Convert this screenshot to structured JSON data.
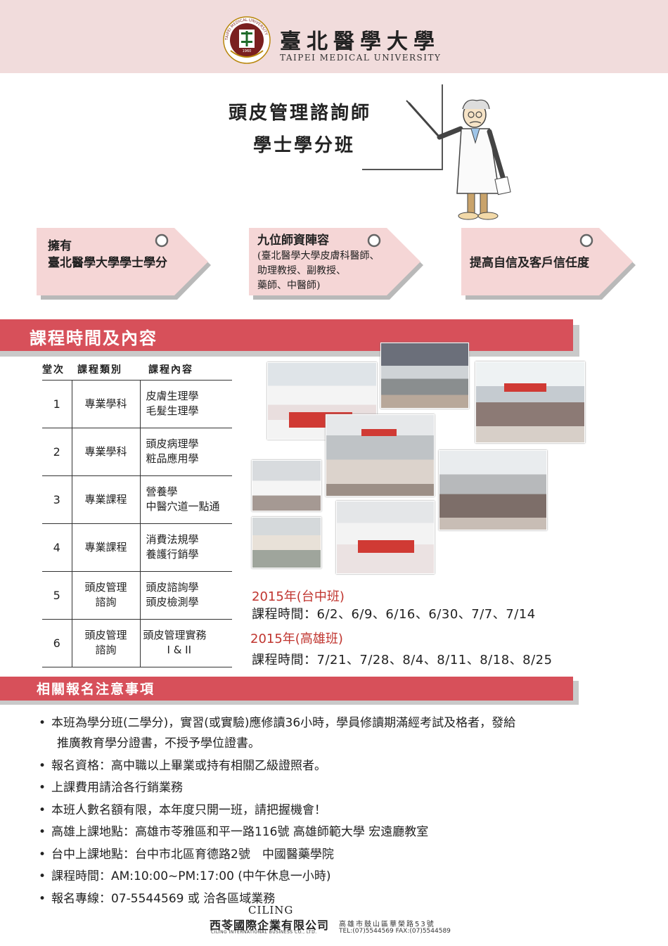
{
  "header": {
    "seal_ring_text": "TAIPEI MEDICAL UNIVERSITY",
    "seal_year": "1960",
    "university_zh": "臺北醫學大學",
    "university_en": "TAIPEI MEDICAL UNIVERSITY"
  },
  "program": {
    "title_line1": "頭皮管理諮詢師",
    "title_line2": "學士學分班"
  },
  "highlights": [
    {
      "lines": [
        "擁有",
        "臺北醫學大學學士學分"
      ]
    },
    {
      "title": "九位師資陣容",
      "lines": [
        "(臺北醫學大學皮膚科醫師、",
        "助理教授、副教授、",
        "藥師、中醫師)"
      ]
    },
    {
      "lines": [
        "提高自信及客戶信任度"
      ]
    }
  ],
  "section_course": {
    "heading": "課程時間及內容",
    "columns": [
      "堂次",
      "課程類別",
      "課程內容"
    ],
    "rows": [
      {
        "no": "1",
        "category": [
          "專業學科"
        ],
        "content": [
          "皮膚生理學",
          "毛髮生理學"
        ]
      },
      {
        "no": "2",
        "category": [
          "專業學科"
        ],
        "content": [
          "頭皮病理學",
          "粧品應用學"
        ]
      },
      {
        "no": "3",
        "category": [
          "專業課程"
        ],
        "content": [
          "營養學",
          "中醫穴道一點通"
        ]
      },
      {
        "no": "4",
        "category": [
          "專業課程"
        ],
        "content": [
          "消費法規學",
          "養護行銷學"
        ]
      },
      {
        "no": "5",
        "category": [
          "頭皮管理",
          "諮詢"
        ],
        "content": [
          "頭皮諮詢學",
          "頭皮檢測學"
        ]
      },
      {
        "no": "6",
        "category": [
          "頭皮管理",
          "諮詢"
        ],
        "content": [
          "頭皮管理實務",
          "I & II"
        ]
      }
    ]
  },
  "schedule": {
    "taichung_title": "2015年(台中班)",
    "taichung_dates": "課程時間：6/2、6/9、6/16、6/30、7/7、7/14",
    "kaohsiung_title": "2015年(高雄班)",
    "kaohsiung_dates": "課程時間：7/21、7/28、8/4、8/11、8/18、8/25"
  },
  "section_notes": {
    "heading": "相關報名注意事項",
    "items": [
      [
        "本班為學分班(二學分)，實習(或實驗)應修讀36小時，學員修讀期滿經考試及格者，發給",
        "推廣教育學分證書，不授予學位證書。"
      ],
      [
        "報名資格：高中職以上畢業或持有相關乙級證照者。"
      ],
      [
        "上課費用請洽各行銷業務"
      ],
      [
        "本班人數名額有限，本年度只開一班，請把握機會！"
      ],
      [
        "高雄上課地點：高雄市苓雅區和平一路116號 高雄師範大學 宏遠廳教室"
      ],
      [
        "台中上課地點：台中市北區育德路2號　中國醫藥學院"
      ],
      [
        "課程時間：AM:10:00~PM:17:00 (中午休息一小時)"
      ],
      [
        "報名專線：07-5544569 或 洽各區域業務"
      ]
    ]
  },
  "footer": {
    "brand": "CILING",
    "company_zh": "西苓國際企業有限公司",
    "company_en": "CILING INTERNATIONAL BUSINESS CO., LTD.",
    "address": "高雄市鼓山區華榮路53號",
    "contact": "TEL:(07)5544569 FAX:(07)5544589"
  },
  "colors": {
    "header_bg": "#f1dcdc",
    "band_red": "#d7505a",
    "tag_pink": "#f5d6d6",
    "schedule_red": "#c0352f"
  }
}
